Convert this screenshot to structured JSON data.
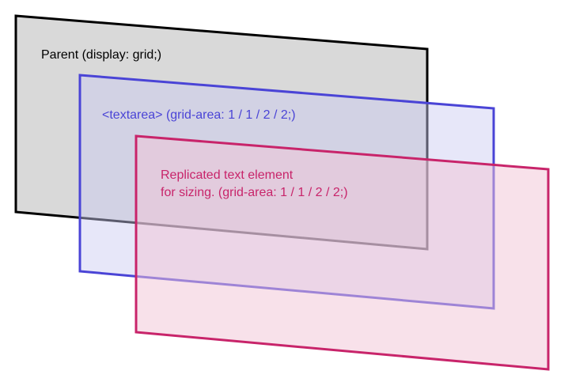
{
  "diagram": {
    "layers": [
      {
        "id": "parent",
        "label_lines": [
          "Parent (display: grid;)"
        ],
        "stroke": "#000000",
        "fill": "#d9d9d9",
        "fill_opacity": 1,
        "text_color": "#000000"
      },
      {
        "id": "textarea",
        "label_lines": [
          "<textarea> (grid-area: 1 / 1 / 2 / 2;)"
        ],
        "stroke": "#4a44d6",
        "fill": "#c9c9f2",
        "fill_opacity": 0.45,
        "text_color": "#4a44d6"
      },
      {
        "id": "replicated",
        "label_lines": [
          "Replicated text element",
          "for sizing.  (grid-area: 1 / 1 / 2 / 2;)"
        ],
        "stroke": "#c8246a",
        "fill": "#f2c4d6",
        "fill_opacity": 0.5,
        "text_color": "#c8246a"
      }
    ]
  }
}
